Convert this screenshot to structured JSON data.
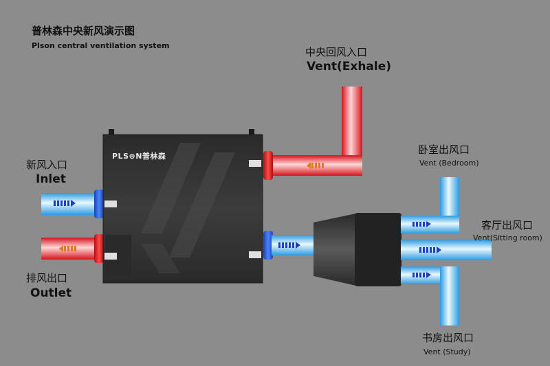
{
  "title": {
    "cn": "普林森中央新风演示图",
    "en": "Plson central ventilation system"
  },
  "brand": "PLS⊜N普林森",
  "labels": {
    "exhale": {
      "cn": "中央回风入口",
      "en": "Vent(Exhale)"
    },
    "inlet": {
      "cn": "新风入口",
      "en": "Inlet"
    },
    "outlet": {
      "cn": "排风出口",
      "en": "Outlet"
    },
    "bedroom": {
      "cn": "卧室出风口",
      "en": "Vent (Bedroom)"
    },
    "sitting": {
      "cn": "客厅出风口",
      "en": "Vent(Sitting room)"
    },
    "study": {
      "cn": "书房出风口",
      "en": "Vent (Study)"
    }
  },
  "colors": {
    "background": "#8c8c8c",
    "unit_body": "#3c3c3c",
    "hot_duct": "#e8202a",
    "cold_duct": "#3aa8e8",
    "flange_blue": "#1f56c8",
    "flange_red": "#e01818",
    "arrow_blue": "#1b3fc0",
    "arrow_orange": "#e07820"
  },
  "icons": [
    "arrow-left-icon",
    "arrow-right-icon"
  ]
}
